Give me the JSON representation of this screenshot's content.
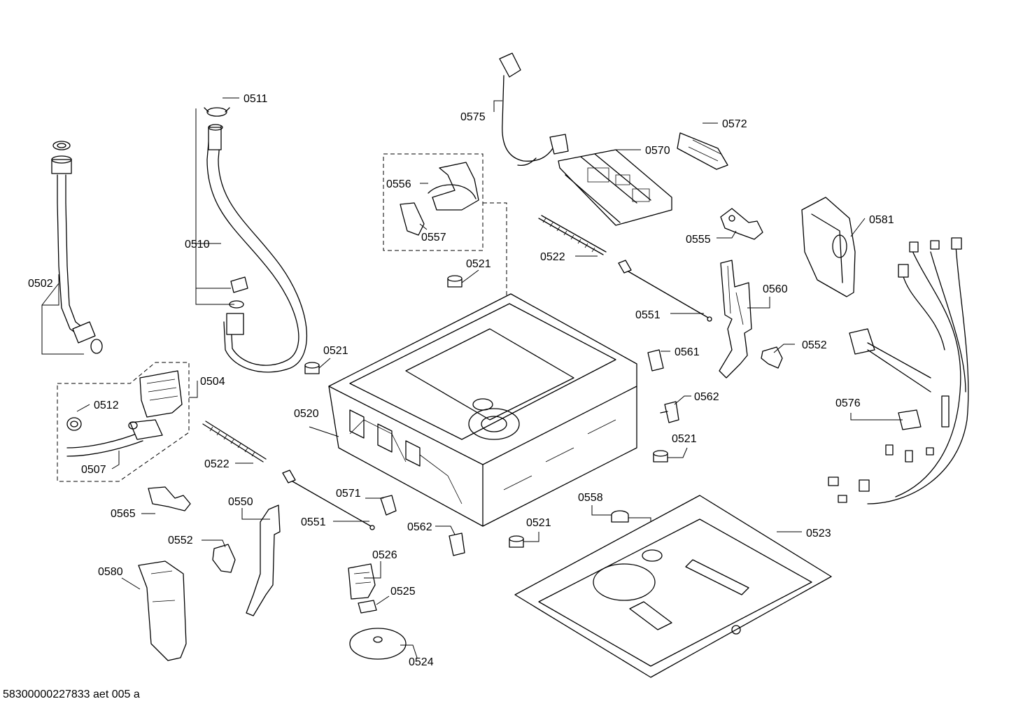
{
  "callouts": {
    "c0502": "0502",
    "c0504": "0504",
    "c0507": "0507",
    "c0510": "0510",
    "c0511": "0511",
    "c0512": "0512",
    "c0520": "0520",
    "c0521a": "0521",
    "c0521b": "0521",
    "c0521c": "0521",
    "c0521d": "0521",
    "c0522a": "0522",
    "c0522b": "0522",
    "c0523": "0523",
    "c0524": "0524",
    "c0525": "0525",
    "c0526": "0526",
    "c0550": "0550",
    "c0551a": "0551",
    "c0551b": "0551",
    "c0552a": "0552",
    "c0552b": "0552",
    "c0555": "0555",
    "c0556": "0556",
    "c0557": "0557",
    "c0558": "0558",
    "c0560": "0560",
    "c0561": "0561",
    "c0562a": "0562",
    "c0562b": "0562",
    "c0565": "0565",
    "c0570": "0570",
    "c0571": "0571",
    "c0572": "0572",
    "c0575": "0575",
    "c0576": "0576",
    "c0580": "0580",
    "c0581": "0581"
  },
  "footer": "58300000227833 aet 005 a"
}
